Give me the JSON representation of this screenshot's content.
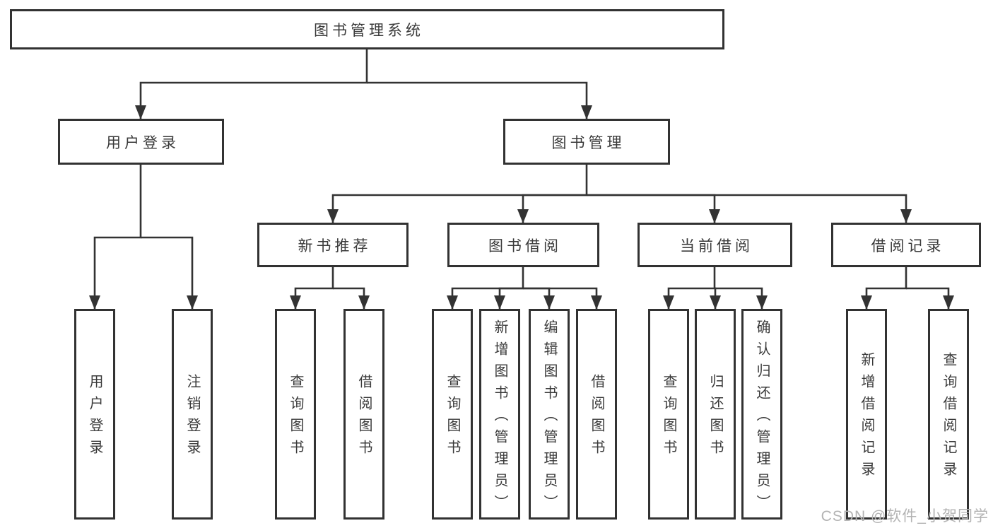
{
  "diagram": {
    "tree": {
      "label": "图书管理系统",
      "children": [
        {
          "label": "用户登录",
          "children": [
            {
              "label": "用户登录"
            },
            {
              "label": "注销登录"
            }
          ]
        },
        {
          "label": "图书管理",
          "children": [
            {
              "label": "新书推荐",
              "children": [
                {
                  "label": "查询图书"
                },
                {
                  "label": "借阅图书"
                }
              ]
            },
            {
              "label": "图书借阅",
              "children": [
                {
                  "label": "查询图书"
                },
                {
                  "label": "新增图书（管理员）"
                },
                {
                  "label": "编辑图书（管理员）"
                },
                {
                  "label": "借阅图书"
                }
              ]
            },
            {
              "label": "当前借阅",
              "children": [
                {
                  "label": "查询图书"
                },
                {
                  "label": "归还图书"
                },
                {
                  "label": "确认归还（管理员）"
                }
              ]
            },
            {
              "label": "借阅记录",
              "children": [
                {
                  "label": "新增借阅记录"
                },
                {
                  "label": "查询借阅记录"
                }
              ]
            }
          ]
        }
      ]
    },
    "watermark": {
      "text": "CSDN @软件_小贺同学"
    },
    "colors": {
      "line": "#333333",
      "box_border": "#323232",
      "text": "#3a3a3a",
      "watermark": "#b3b3b3",
      "background": "#ffffff"
    }
  }
}
